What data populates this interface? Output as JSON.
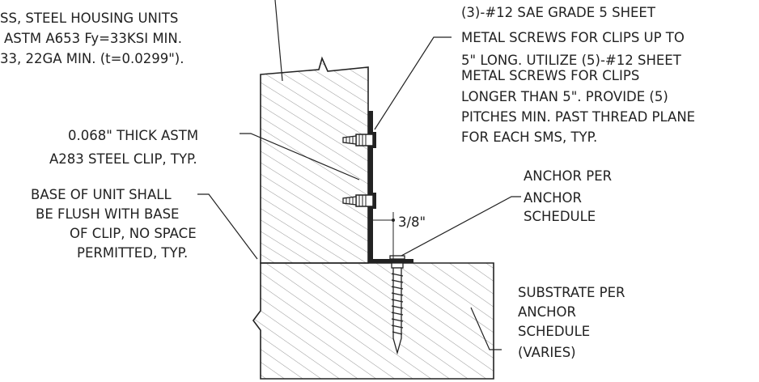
{
  "notes": {
    "housing": [
      "SS, STEEL HOUSING UNITS",
      "ASTM A653 Fy=33KSI MIN.",
      "33, 22GA MIN. (t=0.0299\")."
    ],
    "screws": [
      "(3)-#12 SAE GRADE 5 SHEET",
      "METAL SCREWS FOR CLIPS UP TO",
      "5\" LONG. UTILIZE (5)-#12 SHEET",
      "METAL SCREWS FOR CLIPS",
      "LONGER THAN 5\". PROVIDE (5)",
      "PITCHES MIN. PAST THREAD PLANE",
      "FOR EACH SMS, TYP."
    ],
    "clip": [
      "0.068\" THICK ASTM",
      "A283 STEEL CLIP, TYP."
    ],
    "base": [
      "BASE OF UNIT SHALL",
      "BE FLUSH WITH BASE",
      "OF CLIP, NO SPACE",
      "PERMITTED, TYP."
    ],
    "anchor": [
      "ANCHOR PER",
      "ANCHOR",
      "SCHEDULE"
    ],
    "substrate": [
      "SUBSTRATE PER",
      "ANCHOR",
      "SCHEDULE",
      "(VARIES)"
    ]
  },
  "dimension": "3/8\"",
  "colors": {
    "ink": "#222222",
    "hatch": "#8a8a8a",
    "background": "#ffffff"
  }
}
